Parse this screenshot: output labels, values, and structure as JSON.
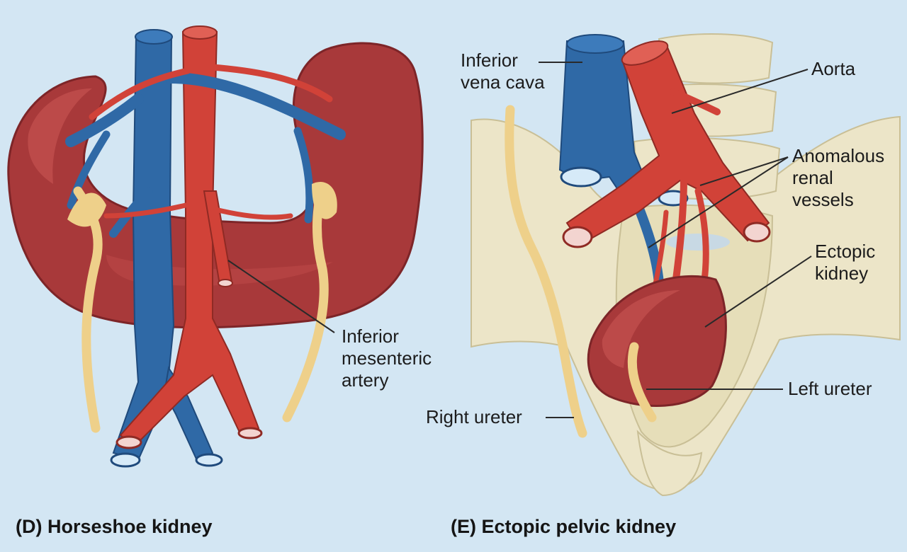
{
  "panels": {
    "horseshoe": {
      "caption": "(D) Horseshoe kidney",
      "labels": {
        "inferior_mesenteric_artery": [
          "Inferior",
          "mesenteric",
          "artery"
        ]
      }
    },
    "ectopic": {
      "caption": "(E) Ectopic pelvic kidney",
      "labels": {
        "inferior_vena_cava": [
          "Inferior",
          "vena cava"
        ],
        "aorta": [
          "Aorta"
        ],
        "anomalous_renal_vessels": [
          "Anomalous",
          "renal",
          "vessels"
        ],
        "ectopic_kidney": [
          "Ectopic",
          "kidney"
        ],
        "left_ureter": [
          "Left ureter"
        ],
        "right_ureter": [
          "Right ureter"
        ]
      }
    }
  },
  "colors": {
    "background": "#d3e6f3",
    "kidney": "#a8393a",
    "vein": "#2f69a6",
    "artery": "#d14238",
    "ureter": "#eed08a",
    "bone": "#ece5c8",
    "leader_line": "#2a2a2a"
  }
}
